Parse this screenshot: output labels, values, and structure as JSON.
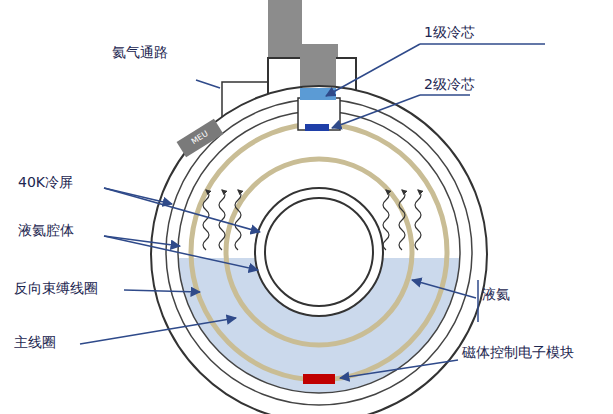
{
  "diagram": {
    "nodes": [
      {
        "text": [
          "MEU"
        ]
      }
    ],
    "labels": [
      "氦气通路",
      "1级冷芯",
      "2级冷芯",
      "40K冷屏",
      "液氦腔体",
      "反向束缚线圈",
      "主线圈",
      "液氦",
      "磁体控制电子模块"
    ]
  }
}
